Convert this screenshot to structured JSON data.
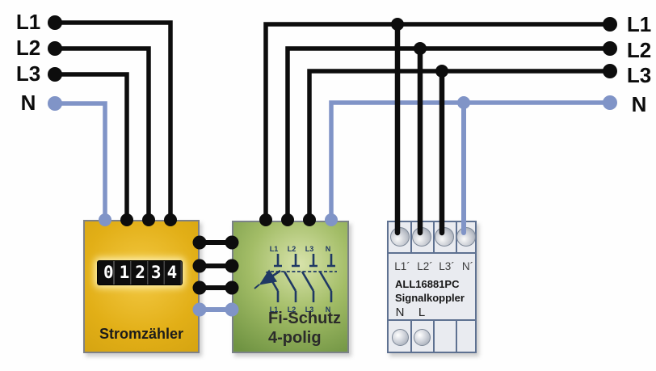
{
  "colors": {
    "phase_wire": "#0d0d0d",
    "neutral_wire": "#8094c7",
    "meter_fill_light": "#f3c944",
    "meter_fill": "#e2af17",
    "rcd_fill_light": "#d8e3ab",
    "rcd_fill": "#6f9342",
    "coupler_fill": "#e9ebf0",
    "coupler_border": "#5e7191",
    "box_border": "#7e8084",
    "symbol_navy": "#1f3864"
  },
  "left_labels": [
    "L1",
    "L2",
    "L3",
    "N"
  ],
  "right_labels": [
    "L1",
    "L2",
    "L3",
    "N"
  ],
  "meter": {
    "name": "Stromzähler",
    "display_value": "01234"
  },
  "rcd": {
    "title_line1": "Fi-Schutz",
    "title_line2": "4-polig",
    "poles_top": [
      "L1",
      "L2",
      "L3",
      "N"
    ],
    "poles_bottom": [
      "L1",
      "L2",
      "L3",
      "N"
    ]
  },
  "coupler": {
    "terminals": [
      "L1´",
      "L2´",
      "L3´",
      "N´"
    ],
    "model": "ALL16881PC",
    "device": "Signalkoppler",
    "bottom_terminals": [
      "N",
      "L"
    ]
  }
}
